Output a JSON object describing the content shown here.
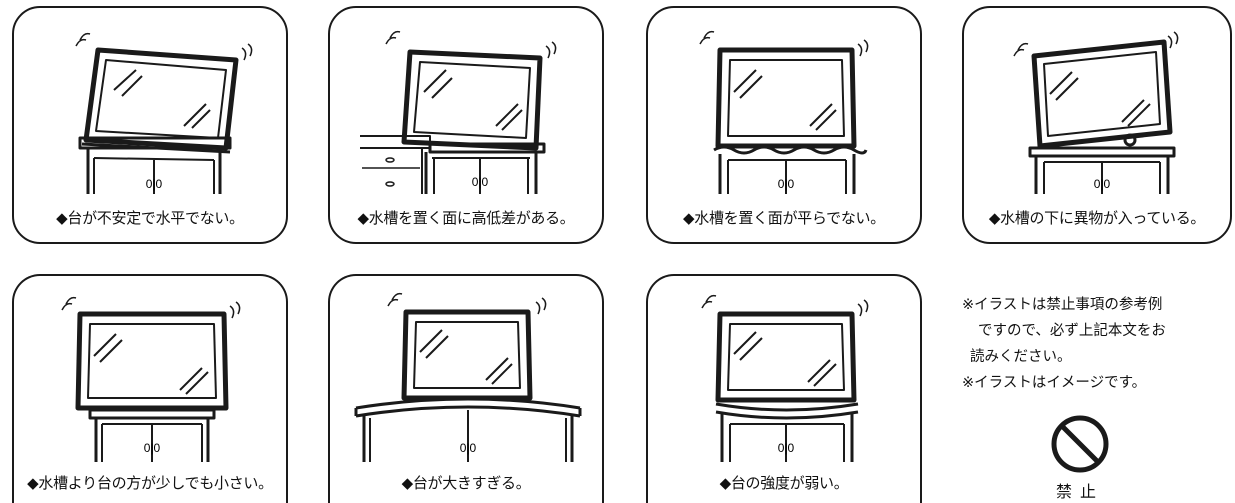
{
  "panels": [
    {
      "caption": "◆台が不安定で水平でない。"
    },
    {
      "caption": "◆水槽を置く面に高低差がある。"
    },
    {
      "caption": "◆水槽を置く面が平らでない。"
    },
    {
      "caption": "◆水槽の下に異物が入っている。"
    },
    {
      "caption": "◆水槽より台の方が少しでも小さい。"
    },
    {
      "caption": "◆台が大きすぎる。"
    },
    {
      "caption": "◆台の強度が弱い。"
    }
  ],
  "notes": {
    "line1": "※イラストは禁止事項の参考例",
    "line2": "ですので、必ず上記本文をお",
    "line3": "読みください。",
    "line4": "※イラストはイメージです。"
  },
  "prohibit": {
    "label": "禁止",
    "icon": "prohibition-icon"
  }
}
